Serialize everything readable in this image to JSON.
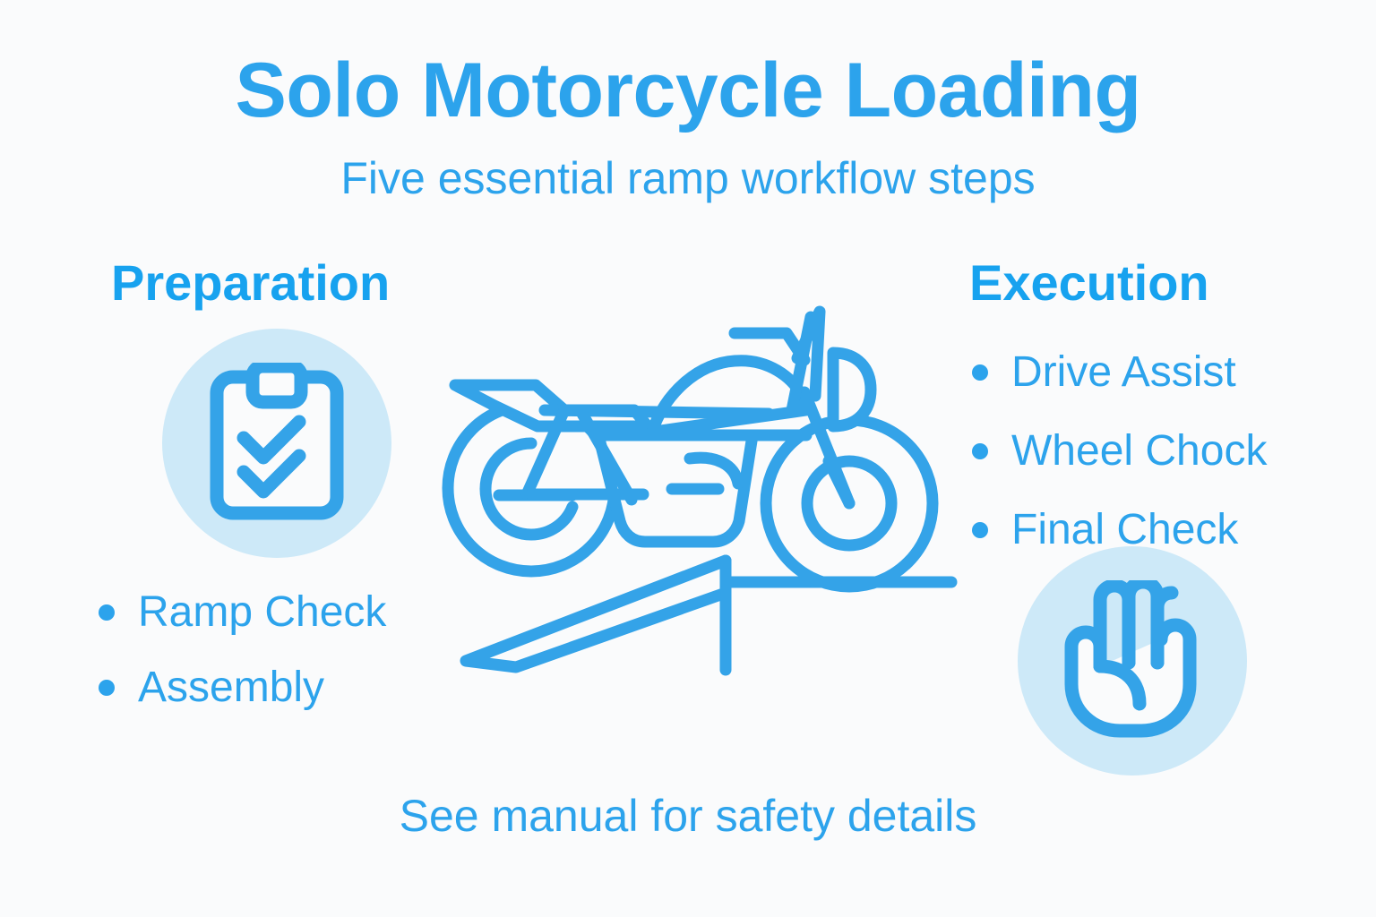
{
  "theme": {
    "background": "#fafbfc",
    "accent": "#2ca3ec",
    "accent_strong": "#17a2ef",
    "badge_background": "#cde9f8",
    "line_art_stroke": "#34a3e8"
  },
  "header": {
    "title": "Solo Motorcycle Loading",
    "subtitle": "Five essential ramp workflow steps"
  },
  "columns": {
    "left": {
      "heading": "Preparation",
      "icon": "clipboard-checklist-icon",
      "items": [
        {
          "label": "Ramp Check"
        },
        {
          "label": "Assembly"
        }
      ]
    },
    "right": {
      "heading": "Execution",
      "icon": "raised-hand-icon",
      "items": [
        {
          "label": "Drive Assist"
        },
        {
          "label": "Wheel Chock"
        },
        {
          "label": "Final Check"
        }
      ]
    }
  },
  "illustration": {
    "name": "motorcycle-on-ramp-illustration",
    "parts": [
      "motorcycle",
      "loading-ramp",
      "ground-line"
    ]
  },
  "footer": {
    "note": "See manual for safety details"
  }
}
